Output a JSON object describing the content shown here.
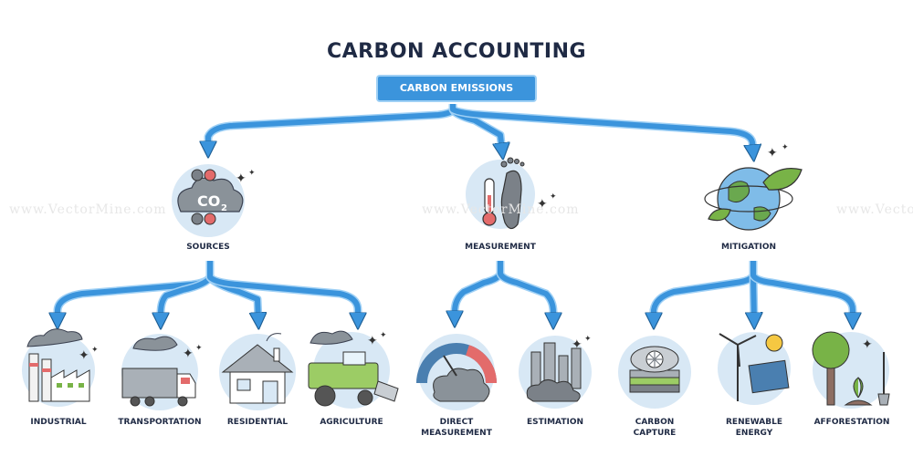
{
  "title": "CARBON ACCOUNTING",
  "root": "CARBON EMISSIONS",
  "watermark": "www.VectorMine.com",
  "categories": [
    {
      "label": "SOURCES",
      "icon": "co2-icon",
      "icon_text": "CO",
      "children": [
        {
          "label": "INDUSTRIAL",
          "icon": "factory-icon"
        },
        {
          "label": "TRANSPORTATION",
          "icon": "truck-icon"
        },
        {
          "label": "RESIDENTIAL",
          "icon": "house-icon"
        },
        {
          "label": "AGRICULTURE",
          "icon": "harvester-icon"
        }
      ]
    },
    {
      "label": "MEASUREMENT",
      "icon": "footprint-thermometer-icon",
      "children": [
        {
          "label": "DIRECT\nMEASUREMENT",
          "icon": "gauge-icon"
        },
        {
          "label": "ESTIMATION",
          "icon": "smog-city-icon"
        }
      ]
    },
    {
      "label": "MITIGATION",
      "icon": "globe-leaves-icon",
      "children": [
        {
          "label": "CARBON\nCAPTURE",
          "icon": "carbon-capture-icon"
        },
        {
          "label": "RENEWABLE\nENERGY",
          "icon": "wind-solar-icon"
        },
        {
          "label": "AFFORESTATION",
          "icon": "tree-planting-icon"
        }
      ]
    }
  ],
  "colors": {
    "arrow": "#3b94dc",
    "arrow_light": "#9fd0f5",
    "circle": "#d8e8f5",
    "title": "#1f2a44",
    "smoke": "#8a9299"
  }
}
